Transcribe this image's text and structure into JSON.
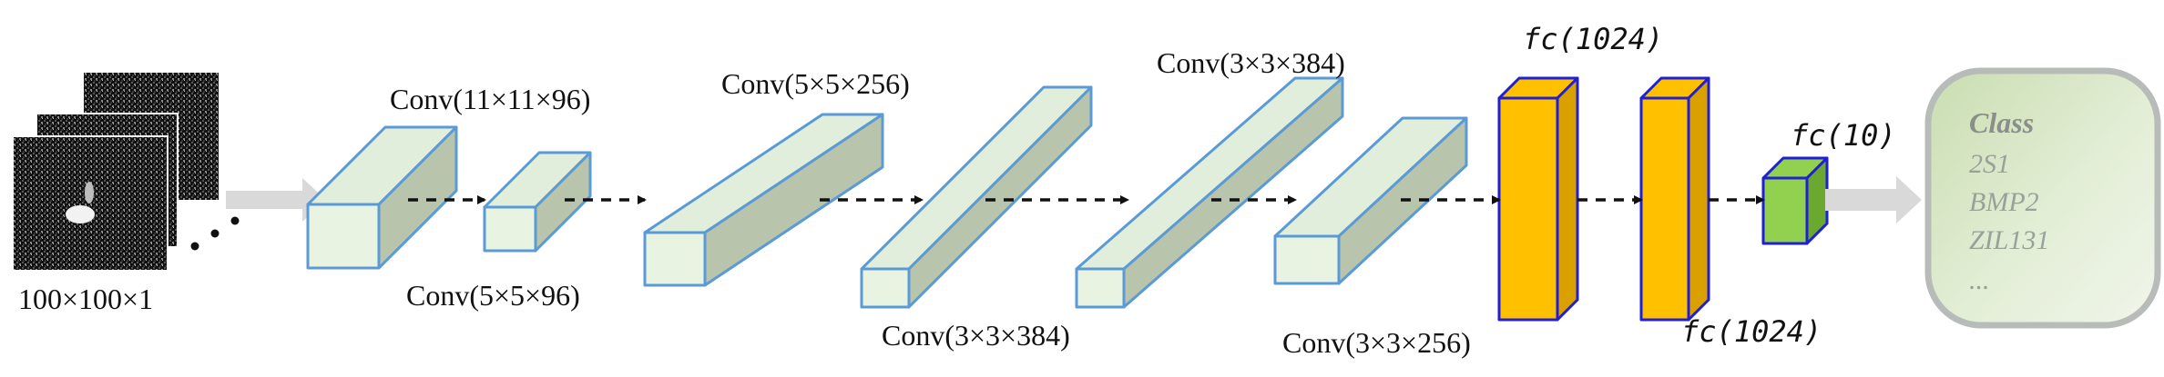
{
  "input": {
    "label": "100×100×1"
  },
  "layers": [
    {
      "label": "Conv(11×11×96)"
    },
    {
      "label": "Conv(5×5×96)"
    },
    {
      "label": "Conv(5×5×256)"
    },
    {
      "label": "Conv(3×3×384)"
    },
    {
      "label": "Conv(3×3×384)"
    },
    {
      "label": "Conv(3×3×256)"
    }
  ],
  "fc_layers": [
    {
      "label": "fc(1024)"
    },
    {
      "label": "fc(1024)"
    },
    {
      "label": "fc(10)"
    }
  ],
  "output": {
    "title": "Class",
    "items": [
      "2S1",
      "BMP2",
      "ZIL131",
      "..."
    ]
  },
  "colors": {
    "conv_front": "#e8f3e2",
    "conv_top": "#e1eedb",
    "conv_side": "#b9c4ac",
    "conv_edge": "#5b9bd5",
    "fc_front": "#ffc000",
    "fc_side": "#d9a000",
    "fc_edge": "#1f1fd6",
    "fc10_front": "#92d050",
    "fc10_side": "#6aa830",
    "output_fill": "#dbe9c8",
    "output_edge": "#b8bcb8",
    "arrow": "#111111",
    "grey_arrow": "#d9d9d9"
  }
}
